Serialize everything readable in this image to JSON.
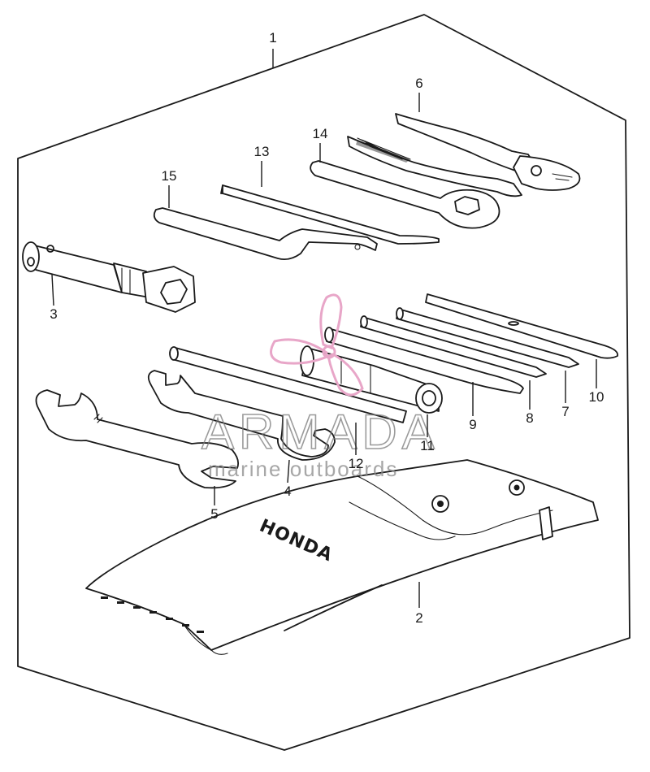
{
  "diagram": {
    "callouts": [
      {
        "id": "1",
        "label": "1"
      },
      {
        "id": "2",
        "label": "2"
      },
      {
        "id": "3",
        "label": "3"
      },
      {
        "id": "4",
        "label": "4"
      },
      {
        "id": "5",
        "label": "5"
      },
      {
        "id": "6",
        "label": "6"
      },
      {
        "id": "7",
        "label": "7"
      },
      {
        "id": "8",
        "label": "8"
      },
      {
        "id": "9",
        "label": "9"
      },
      {
        "id": "10",
        "label": "10"
      },
      {
        "id": "11",
        "label": "11"
      },
      {
        "id": "12",
        "label": "12"
      },
      {
        "id": "13",
        "label": "13"
      },
      {
        "id": "14",
        "label": "14"
      },
      {
        "id": "15",
        "label": "15"
      }
    ],
    "pouch_brand": "HONDA"
  },
  "watermark": {
    "title": "ARMADA",
    "subtitle": "marine outboards",
    "logo_color": "#e8a6c8"
  }
}
